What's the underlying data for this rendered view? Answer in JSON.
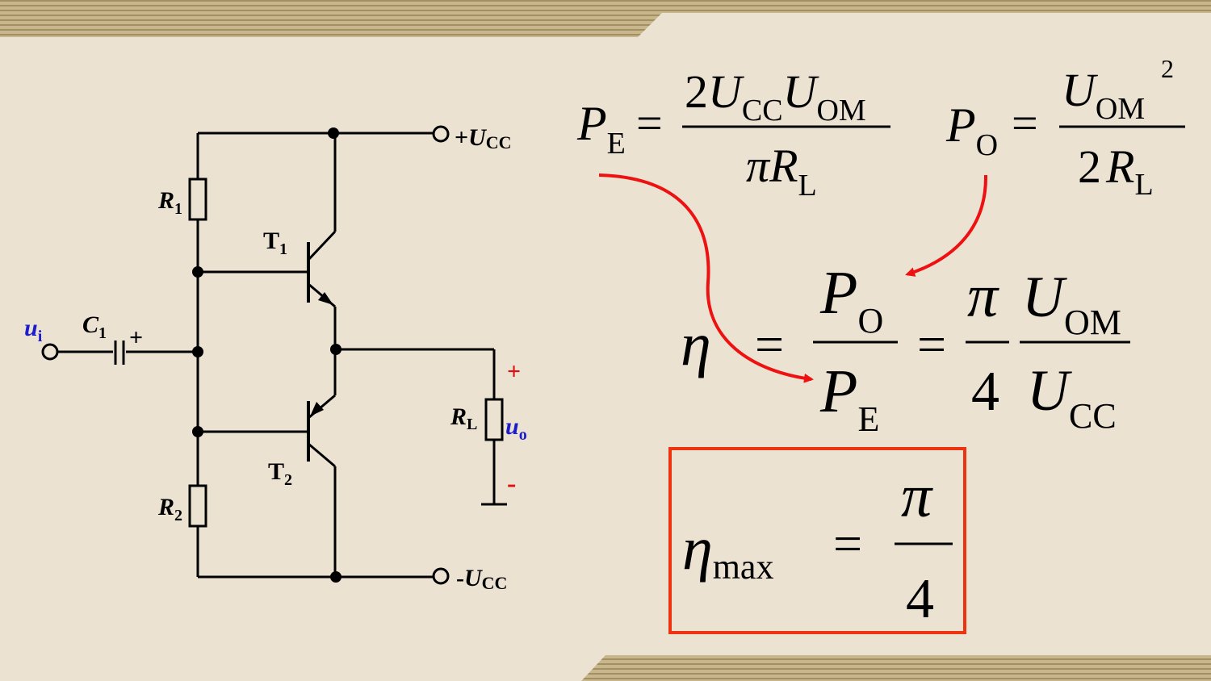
{
  "circuit": {
    "labels": {
      "vcc_plus": "+",
      "vcc_minus": "-",
      "vcc_u": "U",
      "vcc_sub": "CC",
      "r1": "R",
      "r1_sub": "1",
      "r2": "R",
      "r2_sub": "2",
      "t1": "T",
      "t1_sub": "1",
      "t2": "T",
      "t2_sub": "2",
      "c1": "C",
      "c1_sub": "1",
      "c1_pol": "+",
      "ui": "u",
      "ui_sub": "i",
      "rl": "R",
      "rl_sub": "L",
      "uo": "u",
      "uo_sub": "o",
      "out_plus": "+",
      "out_minus": "-"
    }
  },
  "formulas": {
    "pe": {
      "lhs": "P",
      "lhs_sub": "E",
      "equals": "=",
      "num_coef": "2",
      "num_u1": "U",
      "num_u1_sub": "CC",
      "num_u2": "U",
      "num_u2_sub": "OM",
      "den_pi": "π",
      "den_r": "R",
      "den_r_sub": "L"
    },
    "po": {
      "lhs": "P",
      "lhs_sub": "O",
      "equals": "=",
      "num_u": "U",
      "num_u_sub": "OM",
      "num_exp": "2",
      "den_coef": "2",
      "den_r": "R",
      "den_r_sub": "L"
    },
    "eta": {
      "lhs": "η",
      "equals1": "=",
      "f1_num": "P",
      "f1_num_sub": "O",
      "f1_den": "P",
      "f1_den_sub": "E",
      "equals2": "=",
      "f2_num": "π",
      "f2_den": "4",
      "f3_num": "U",
      "f3_num_sub": "OM",
      "f3_den": "U",
      "f3_den_sub": "CC"
    },
    "eta_max": {
      "lhs": "η",
      "lhs_sub": "max",
      "equals": "=",
      "num": "π",
      "den": "4"
    }
  },
  "colors": {
    "background": "#ebe2d2",
    "wire": "#000000",
    "arrow": "#ee1111",
    "box": "#ee3311",
    "label_blue": "#1c1ccc",
    "label_red": "#dd1111",
    "stripe": "#b5a37a"
  }
}
